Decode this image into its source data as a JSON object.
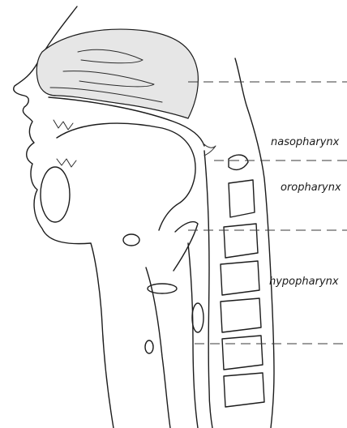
{
  "labels": {
    "nasopharynx": "nasopharynx",
    "oropharynx": "oropharynx",
    "hypopharynx": "hypopharynx"
  },
  "colors": {
    "line": "#1c1c1c",
    "shade": "#e6e6e6",
    "background": "#ffffff"
  }
}
